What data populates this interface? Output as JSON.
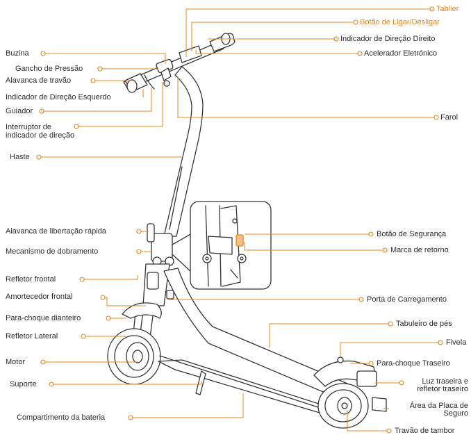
{
  "colors": {
    "accent": "#e8841a",
    "line": "#e8841a",
    "outline": "#333333",
    "text": "#2b2b2b"
  },
  "labels": {
    "tablier": "Tablier",
    "power_button": "Botão de Ligar/Desligar",
    "turn_right": "Indicador de Direção Direito",
    "throttle": "Acelerador Eletrónico",
    "horn": "Buzina",
    "pressure_hook": "Gancho de Pressão",
    "brake_lever": "Alavanca de travão",
    "turn_left": "Indicador de Direção Esquerdo",
    "handlebar": "Guiador",
    "turn_switch_line1": "Interruptor de",
    "turn_switch_line2": "indicador de direção",
    "headlight": "Farol",
    "stem": "Haste",
    "quick_release": "Alavanca de libertação rápida",
    "folding_mechanism": "Mecanismo de dobramento",
    "safety_button": "Botão de Segurança",
    "return_mark": "Marca de retorno",
    "front_reflector": "Refletor frontal",
    "front_shock": "Amortecedor frontal",
    "front_fender": "Para-choque dianteiro",
    "side_reflector": "Refletor Lateral",
    "charging_port": "Porta de Carregamento",
    "footboard": "Tabuleiro de pés",
    "buckle": "Fivela",
    "rear_fender": "Para-choque Traseiro",
    "motor": "Motor",
    "taillight_line1": "Luz traseira e",
    "taillight_line2": "refletor traseiro",
    "kickstand": "Suporte",
    "plate_area_line1": "Área da Placa de",
    "plate_area_line2": "Seguro",
    "battery": "Compartimento da bateria",
    "drum_brake": "Travão de tambor"
  }
}
